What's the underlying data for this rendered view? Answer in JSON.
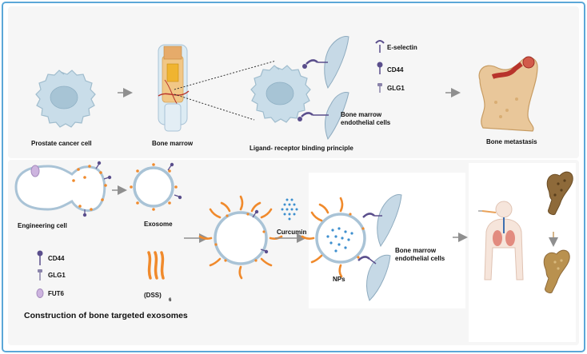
{
  "labels": {
    "prostate_cancer_cell": "Prostate cancer cell",
    "bone_marrow": "Bone marrow",
    "ligand_principle": "Ligand- receptor binding principle",
    "bmec_top_line1": "Bone marrow",
    "bmec_top_line2": "endothelial cells",
    "bone_metastasis": "Bone metastasis",
    "engineering_cell": "Engineering cell",
    "exosome": "Exosome",
    "curcumin": "Curcumin",
    "nps": "NPs",
    "bmec_bottom_line1": "Bone marrow",
    "bmec_bottom_line2": "endothelial cells",
    "dss_main": "(DSS)",
    "dss_sub": "6",
    "construction_title": "Construction of bone targeted exosomes"
  },
  "legend_top": [
    {
      "name": "E-selectin"
    },
    {
      "name": "CD44"
    },
    {
      "name": "GLG1"
    }
  ],
  "legend_bottom": [
    {
      "name": "CD44"
    },
    {
      "name": "GLG1"
    },
    {
      "name": "FUT6"
    }
  ],
  "colors": {
    "cell_fill": "#c9dde9",
    "cell_stroke": "#9fbccd",
    "nucleus": "#a7c4d5",
    "endothelial": "#c6d9e6",
    "receptor_purple": "#5a4e8c",
    "ligand_orange": "#f08a2c",
    "membrane": "#a9c3d6",
    "bone": "#e9c79a",
    "bone_red": "#b8342c",
    "arrow": "#8f8f8f"
  },
  "icons": [
    "arrow-right-icon",
    "e-selectin-icon",
    "cd44-icon",
    "glg1-icon",
    "fut6-icon",
    "bone-icon",
    "human-body-icon"
  ]
}
